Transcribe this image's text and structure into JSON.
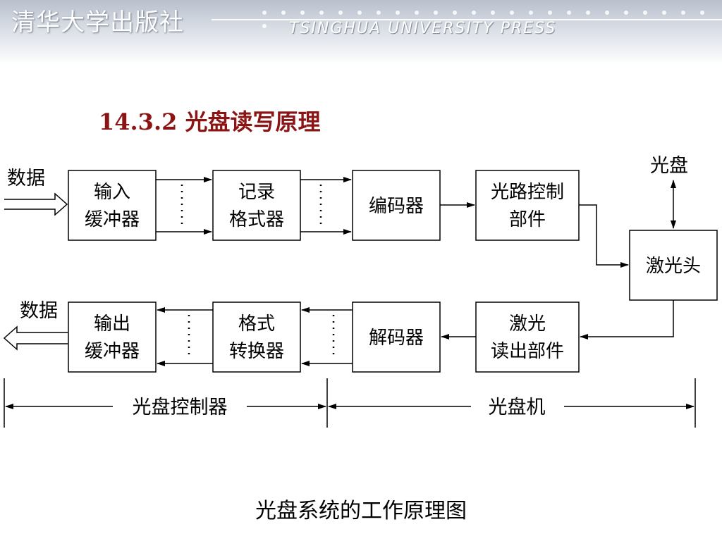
{
  "header": {
    "publisher_cn": "清华大学出版社",
    "publisher_en": "TSINGHUA UNIVERSITY PRESS"
  },
  "title": "14.3.2 光盘读写原理",
  "diagram": {
    "labels": {
      "data_in": "数据",
      "data_out": "数据",
      "disc": "光盘"
    },
    "blocks": {
      "input_buffer": [
        "输入",
        "缓冲器"
      ],
      "record_formatter": [
        "记录",
        "格式器"
      ],
      "encoder": [
        "编码器"
      ],
      "laser_path_control": [
        "光路控制",
        "部件"
      ],
      "laser_head": [
        "激光头"
      ],
      "output_buffer": [
        "输出",
        "缓冲器"
      ],
      "format_converter": [
        "格式",
        "转换器"
      ],
      "decoder": [
        "解码器"
      ],
      "laser_readout": [
        "激光",
        "读出部件"
      ]
    },
    "ranges": {
      "controller": "光盘控制器",
      "drive": "光盘机"
    }
  },
  "caption": "光盘系统的工作原理图"
}
